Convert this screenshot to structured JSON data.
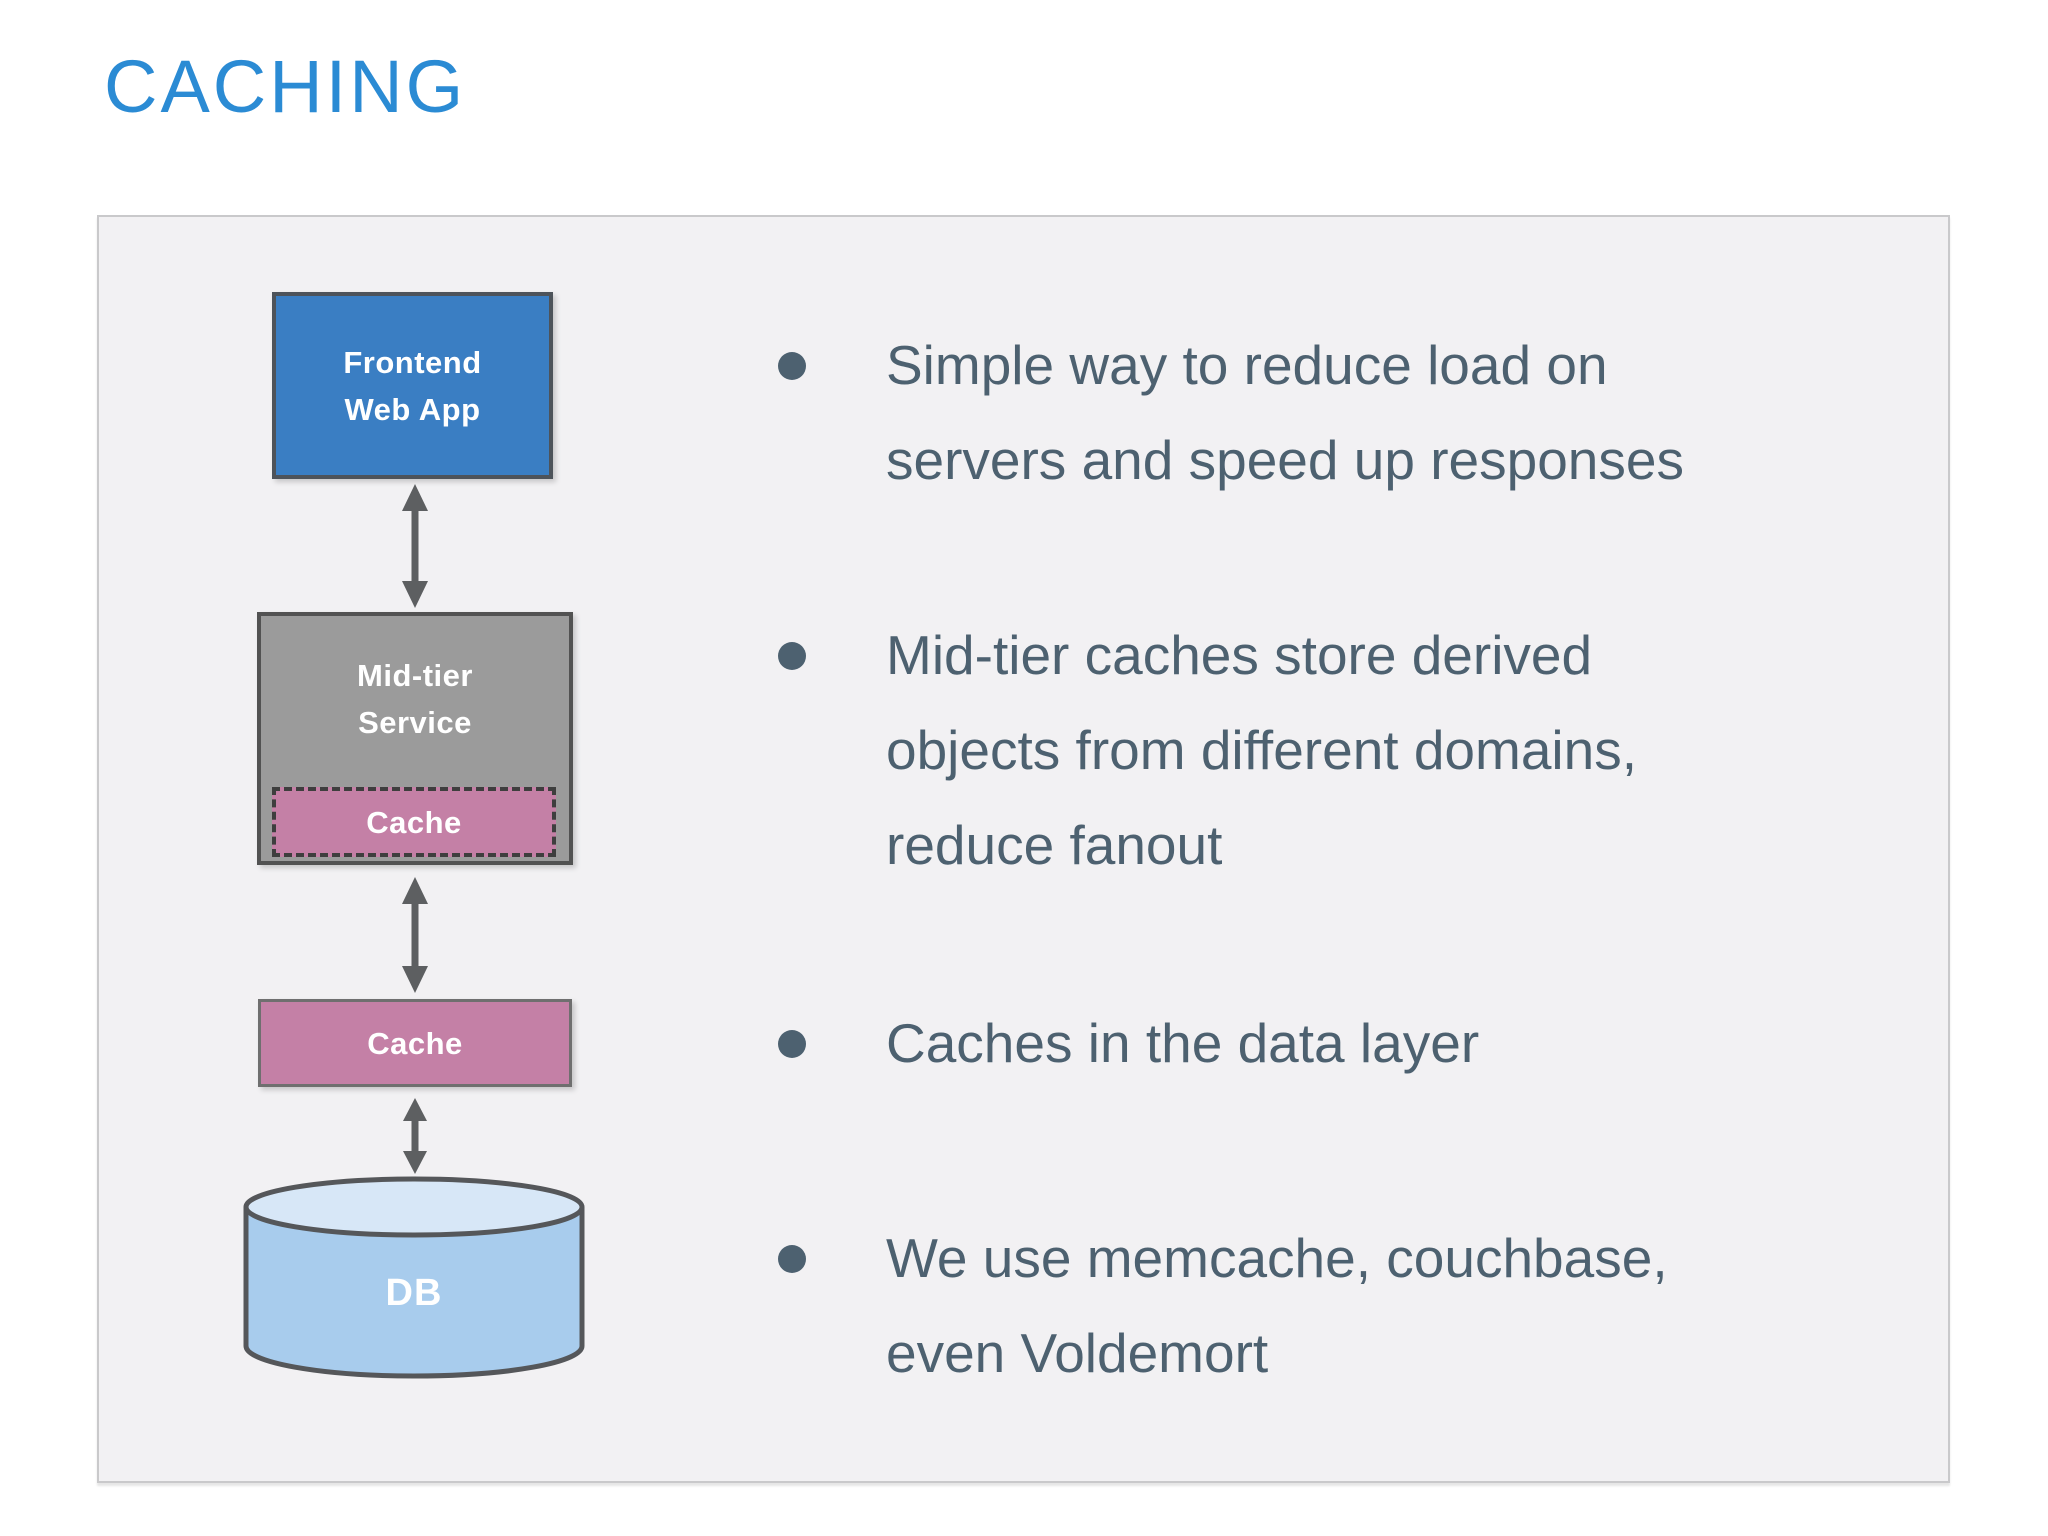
{
  "title": "CACHING",
  "colors": {
    "title_blue": "#2b8bd4",
    "body_text": "#4d6170",
    "panel_bg": "#f2f1f3",
    "panel_border": "#c9c9cb",
    "frontend_fill": "#3a7ec3",
    "midtier_fill": "#9b9b9b",
    "cache_fill": "#c480a6",
    "db_body_fill": "#a8cced",
    "db_top_fill": "#d7e7f7",
    "arrow_gray": "#5d5f61",
    "box_border_dark": "#4d535a"
  },
  "diagram": {
    "frontend": {
      "line1": "Frontend",
      "line2": "Web App"
    },
    "midtier": {
      "line1": "Mid-tier",
      "line2": "Service"
    },
    "midtier_cache_label": "Cache",
    "data_cache_label": "Cache",
    "db_label": "DB"
  },
  "bullets": [
    {
      "lines": [
        "Simple way to reduce load on",
        "servers and speed up responses"
      ]
    },
    {
      "lines": [
        "Mid-tier caches store derived",
        "objects from different domains,",
        "reduce fanout"
      ]
    },
    {
      "lines": [
        "Caches in the data layer"
      ]
    },
    {
      "lines": [
        "We use memcache, couchbase,",
        "even Voldemort"
      ]
    }
  ]
}
